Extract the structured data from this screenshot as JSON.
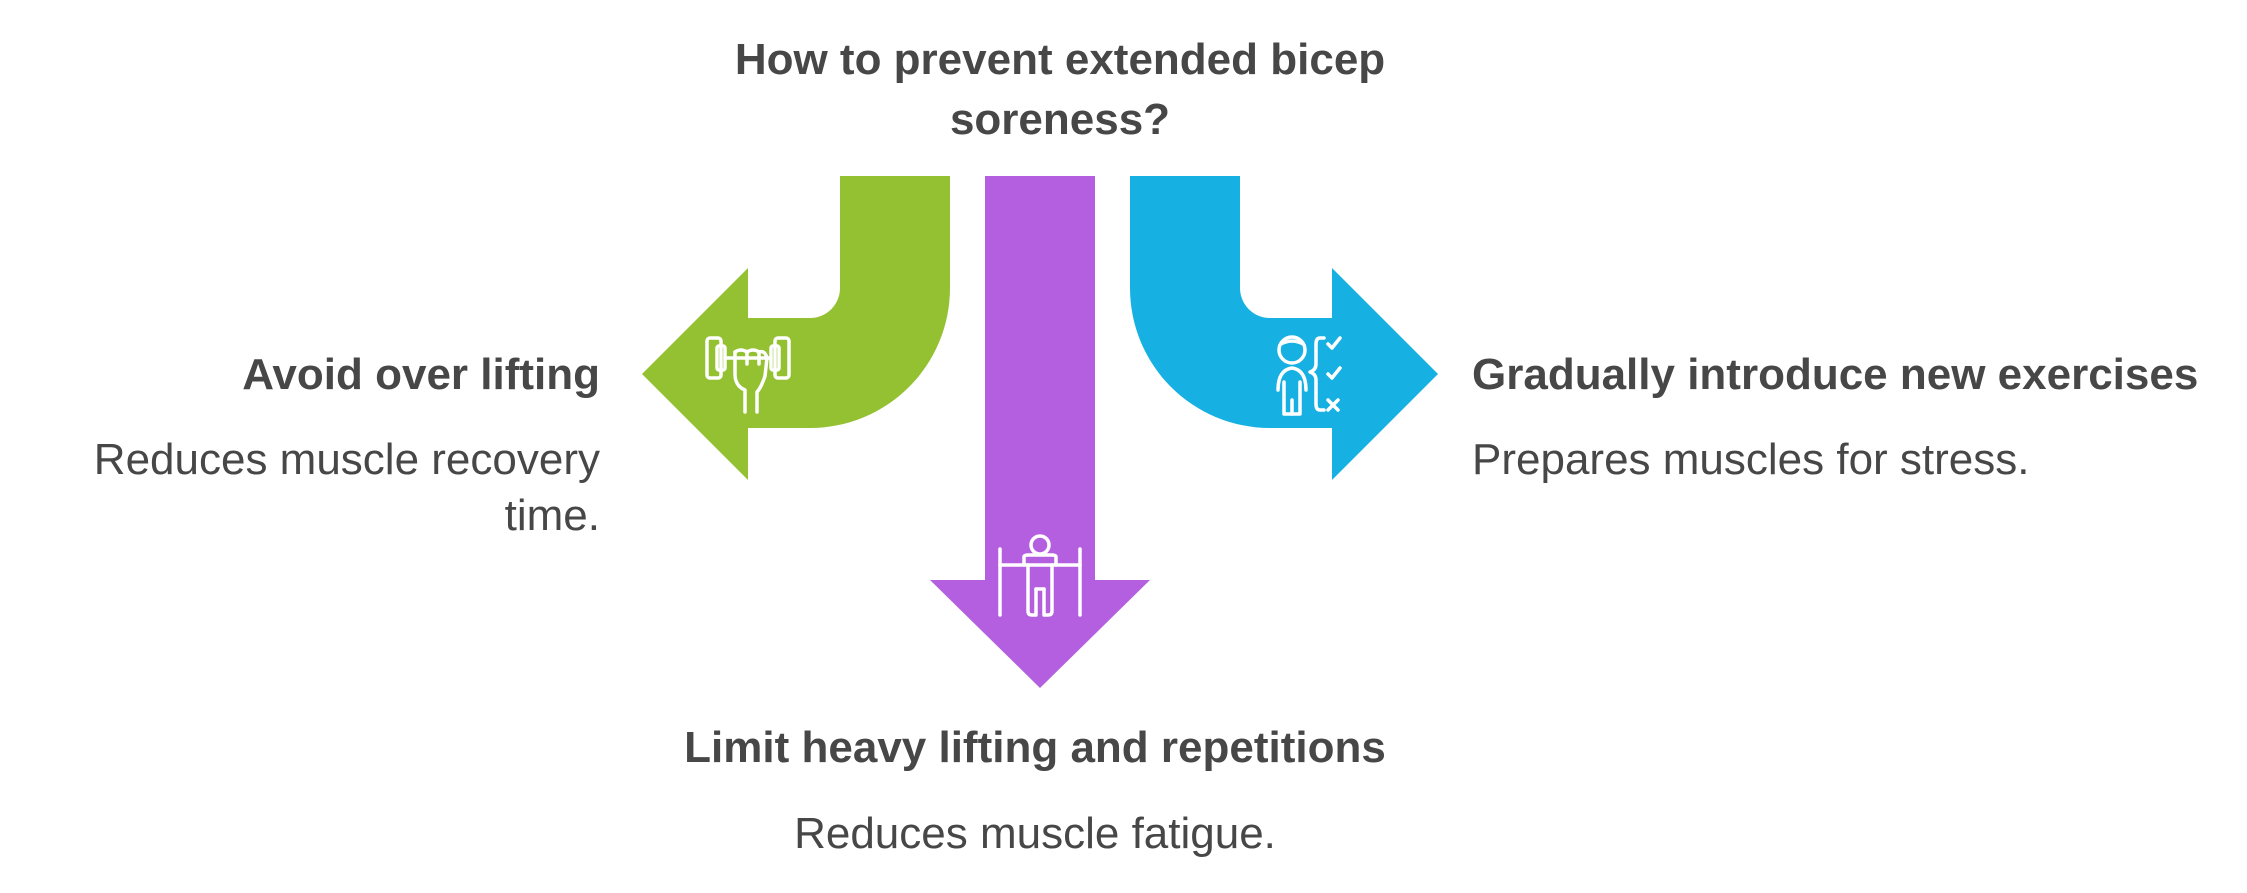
{
  "title": "How to prevent extended bicep soreness?",
  "options": {
    "left": {
      "heading": "Avoid over lifting",
      "description": "Reduces muscle recovery time.",
      "color": "#94C132",
      "icon": "dumbbell-hand-icon"
    },
    "center": {
      "heading": "Limit heavy lifting and repetitions",
      "description": "Reduces muscle fatigue.",
      "color": "#B45EE0",
      "icon": "person-barbell-icon"
    },
    "right": {
      "heading": "Gradually introduce new exercises",
      "description": "Prepares muscles for stress.",
      "color": "#16B0E2",
      "icon": "person-checklist-icon"
    }
  }
}
